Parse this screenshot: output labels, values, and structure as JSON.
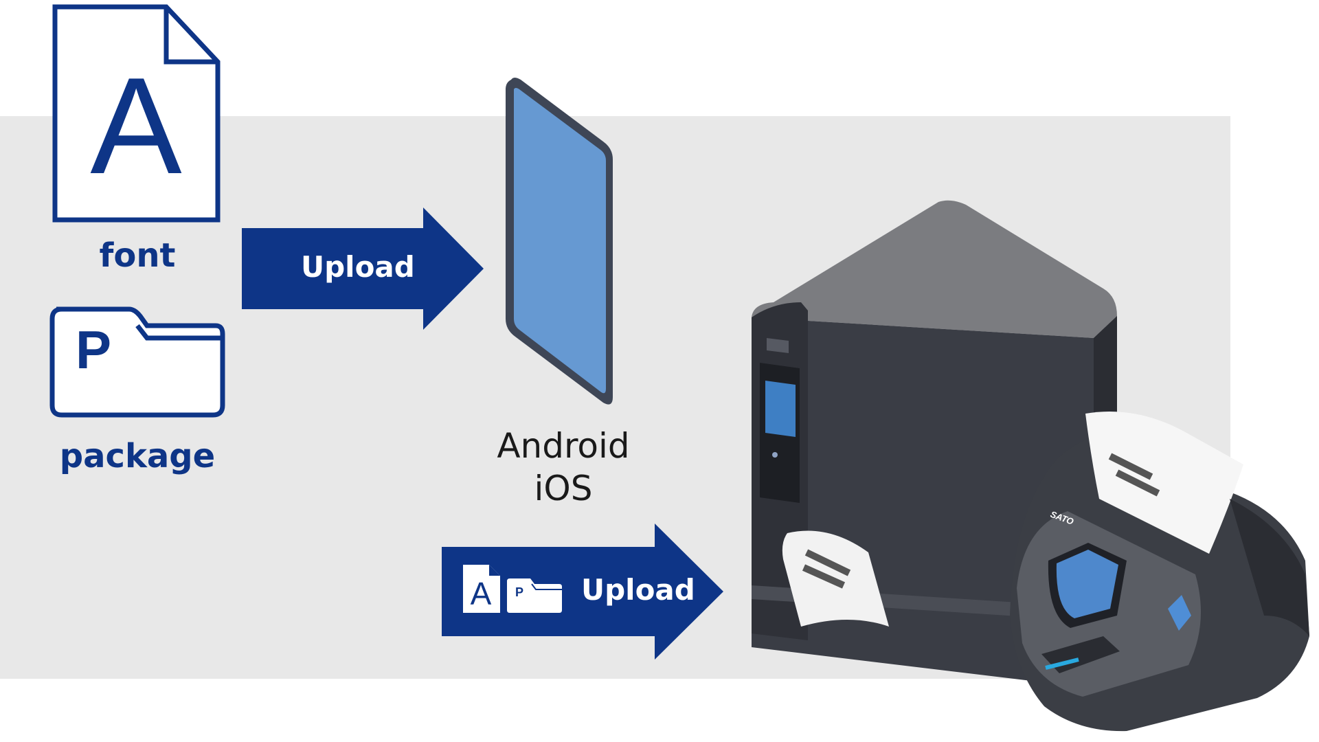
{
  "items": {
    "font_label": "font",
    "font_glyph": "A",
    "package_label": "package",
    "package_glyph": "P"
  },
  "upload_to_device": {
    "label": "Upload"
  },
  "device": {
    "os_line1": "Android",
    "os_line2": "iOS"
  },
  "upload_to_printer": {
    "label": "Upload",
    "font_glyph": "A",
    "package_glyph": "P"
  },
  "printer_brand": "SATO",
  "colors": {
    "navy": "#0e3587",
    "phone_blue": "#6699d2",
    "panel_grey": "#e8e8e8",
    "printer_dark": "#3a3d45",
    "printer_top": "#7b7c80"
  }
}
